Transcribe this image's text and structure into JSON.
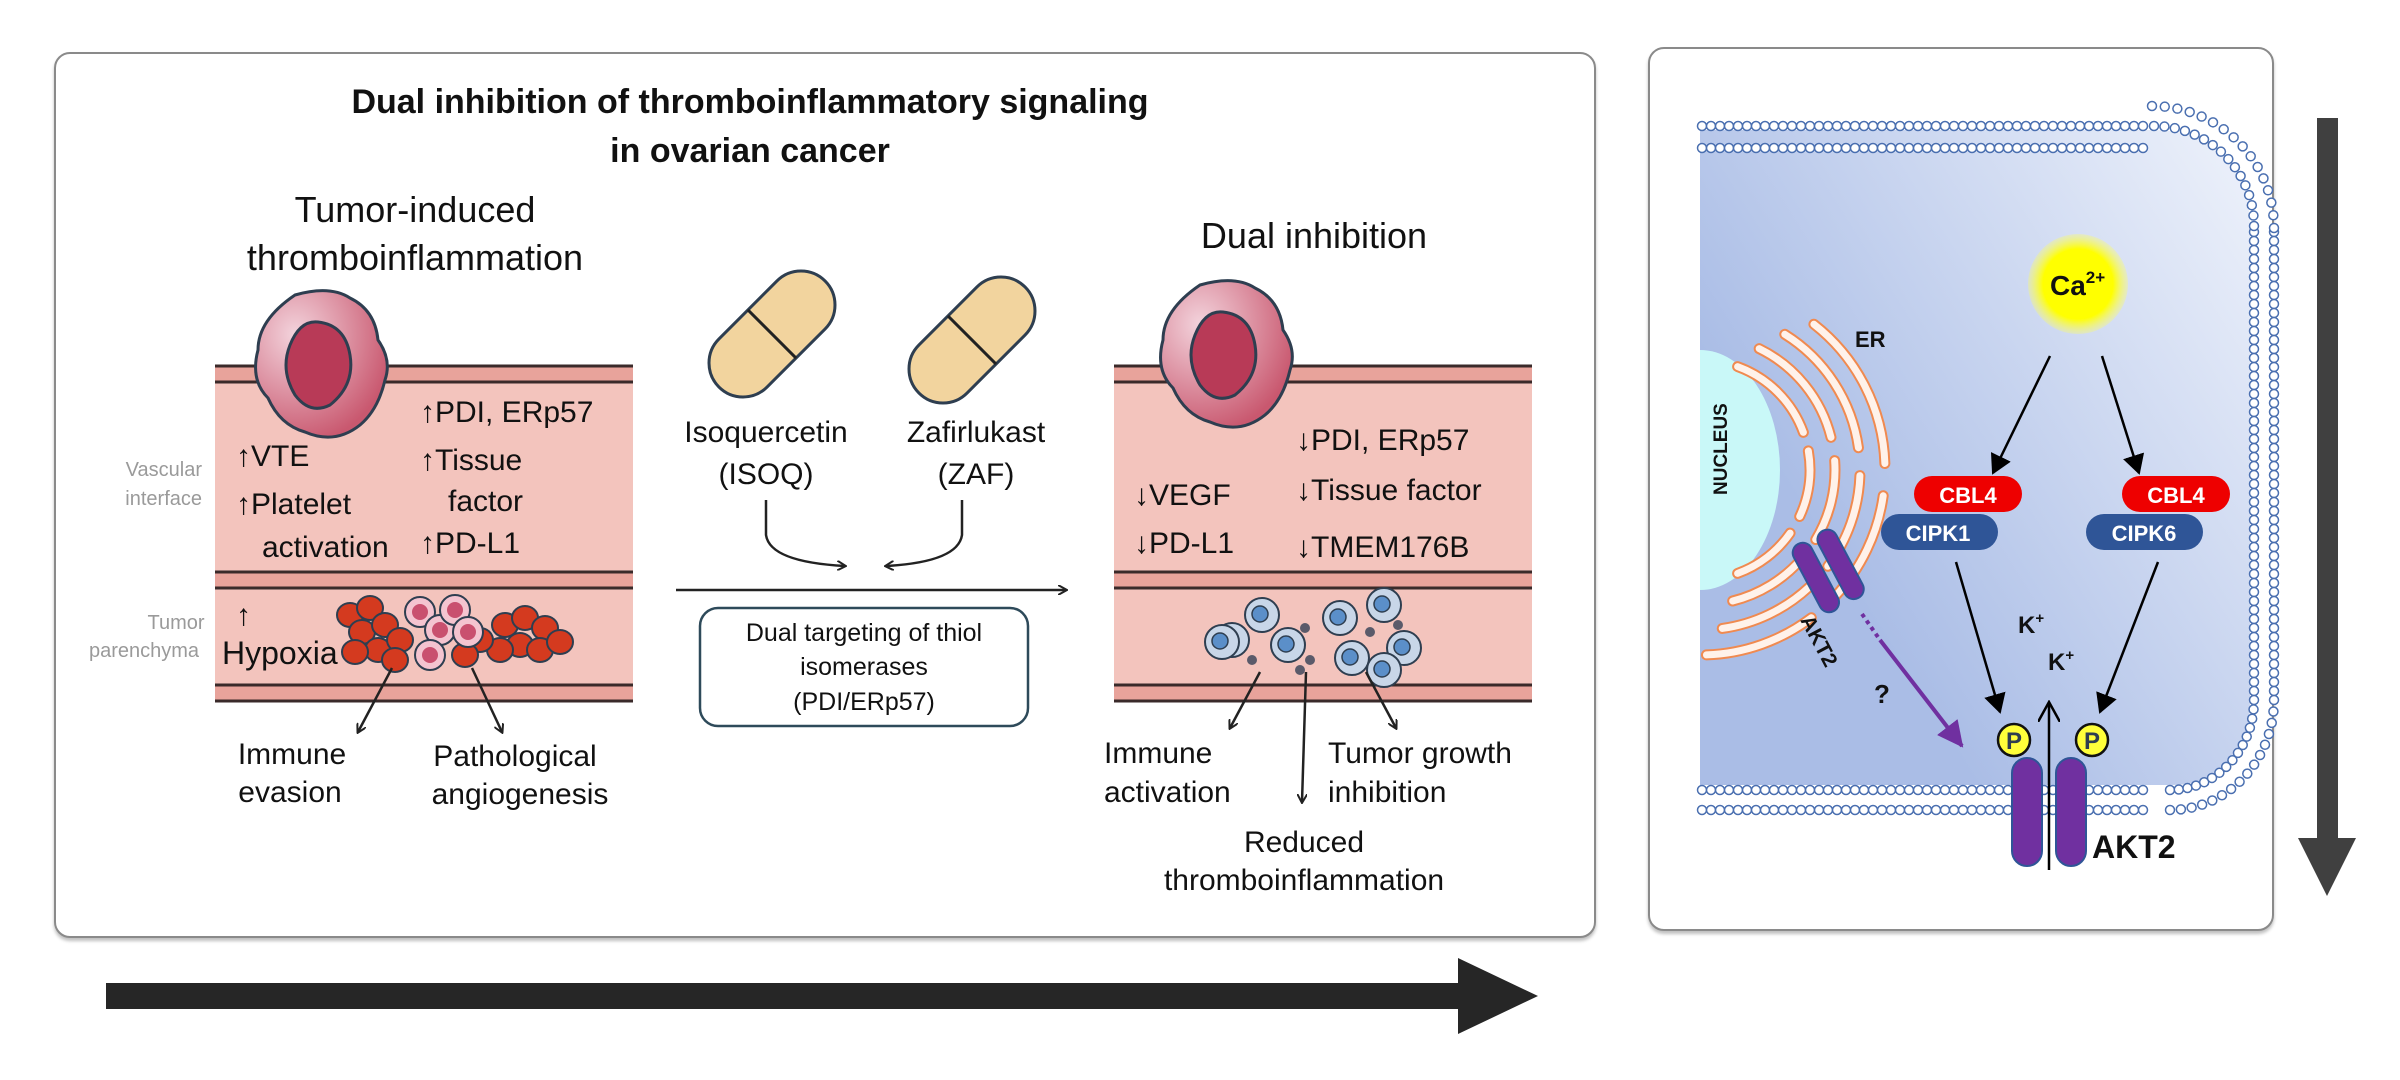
{
  "left_figure": {
    "title_line1": "Dual inhibition of thromboinflammatory signaling",
    "title_line2": "in ovarian cancer",
    "left_heading_line1": "Tumor-induced",
    "left_heading_line2": "thromboinflammation",
    "right_heading": "Dual inhibition",
    "side_labels": {
      "vascular_line1": "Vascular",
      "vascular_line2": "interface",
      "tumor_line1": "Tumor",
      "tumor_line2": "parenchyma"
    },
    "left_vessel": {
      "up_vte": "↑VTE",
      "up_platelet_line1": "↑Platelet",
      "platelet_line2": "activation",
      "up_pdi": "↑PDI, ERp57",
      "up_tissue_line1": "↑Tissue",
      "tissue_line2": "factor",
      "up_pdl1": "↑PD-L1",
      "up_arrow": "↑",
      "hypoxia": "Hypoxia"
    },
    "left_outcomes": {
      "immune_line1": "Immune",
      "immune_line2": "evasion",
      "patho_line1": "Pathological",
      "patho_line2": "angiogenesis"
    },
    "drugs": [
      {
        "name": "Isoquercetin",
        "abbr": "(ISOQ)"
      },
      {
        "name": "Zafirlukast",
        "abbr": "(ZAF)"
      }
    ],
    "target_box": {
      "line1": "Dual targeting of thiol",
      "line2": "isomerases",
      "line3": "(PDI/ERp57)"
    },
    "right_vessel": {
      "down_vegf": "↓VEGF",
      "down_pdl1": "↓PD-L1",
      "down_pdi": "↓PDI, ERp57",
      "down_tissue": "↓Tissue factor",
      "down_tmem": "↓TMEM176B"
    },
    "right_outcomes": {
      "immune_line1": "Immune",
      "immune_line2": "activation",
      "tumor_line1": "Tumor growth",
      "tumor_line2": "inhibition",
      "reduced_line1": "Reduced",
      "reduced_line2": "thromboinflammation"
    }
  },
  "right_figure": {
    "ca_label": "Ca",
    "ca_sup": "2+",
    "er_label": "ER",
    "nucleus_label": "NUCLEUS",
    "complex_left": {
      "top": "CBL4",
      "bottom": "CIPK1"
    },
    "complex_right": {
      "top": "CBL4",
      "bottom": "CIPK6"
    },
    "akt2_er_label": "AKT2",
    "question_mark": "?",
    "k_label": "K",
    "k_sup": "+",
    "p_label": "P",
    "akt2_channel_label": "AKT2"
  },
  "colors": {
    "vessel_fill": "#f3c4bd",
    "vessel_wall": "#e8918a",
    "tumor_cell": "#d4738a",
    "tumor_nucleus": "#b83a57",
    "pill": "#f2d49e",
    "cell_bg": "#aabde6",
    "cbl4": "#ee0000",
    "cipk": "#2f5597",
    "akt2": "#7030a0",
    "calcium": "#ffff00",
    "arrow_dark": "#262626"
  }
}
